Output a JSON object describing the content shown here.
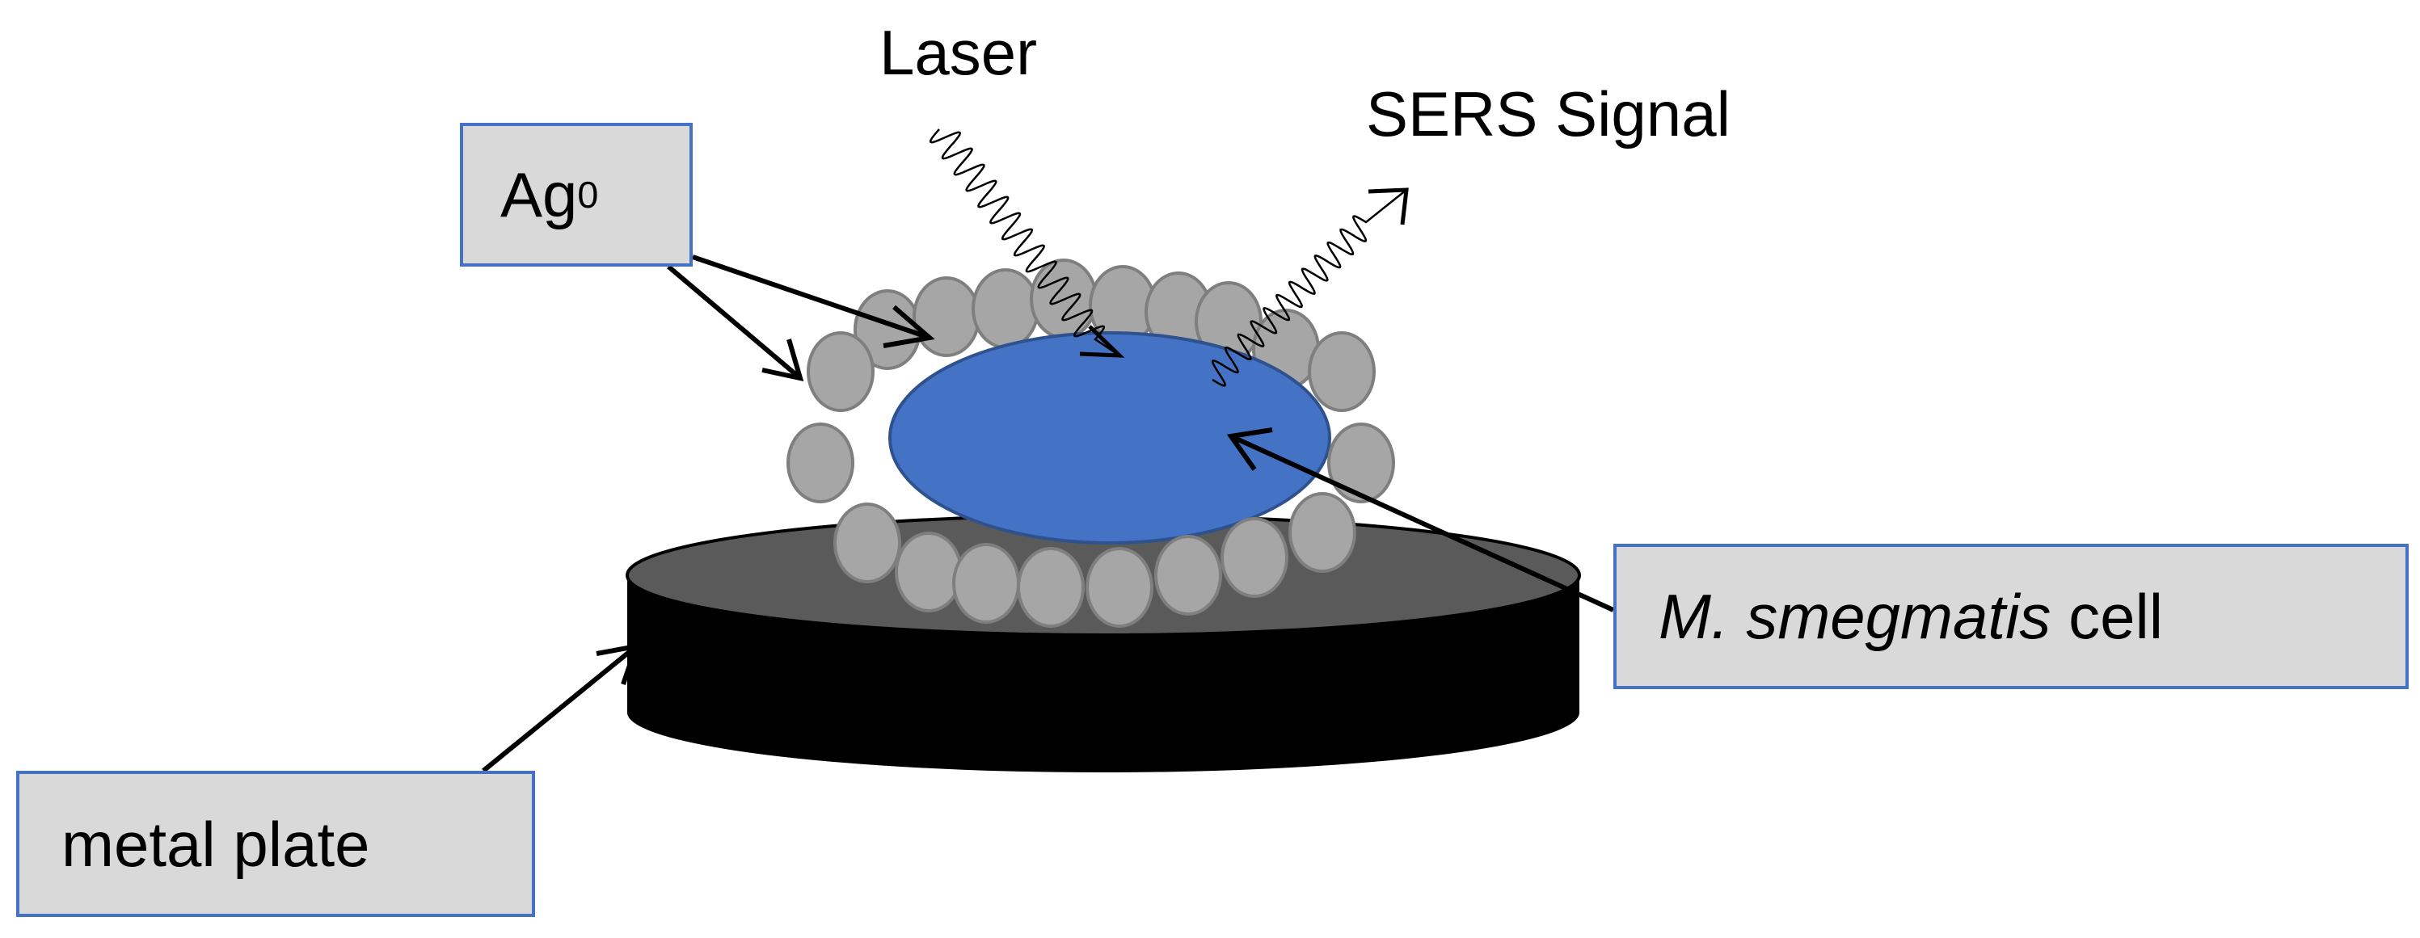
{
  "labels": {
    "laser": "Laser",
    "sers_signal": "SERS Signal",
    "ag_base": "Ag",
    "ag_superscript": "0",
    "cell_species": "M. smegmatis",
    "cell_word": " cell",
    "metal_plate": "metal plate"
  },
  "colors": {
    "cell_fill": "#4472c4",
    "nanoparticle_fill": "#a6a6a6",
    "nanoparticle_stroke": "#7f7f7f",
    "plate_top": "#5a5a5a",
    "plate_side": "#000000",
    "label_box_fill": "#d9d9d9",
    "label_box_border": "#4472c4",
    "arrow": "#000000"
  },
  "icons": {
    "laser": "wavy-incoming-arrow",
    "sers_signal": "wavy-outgoing-arrow"
  }
}
